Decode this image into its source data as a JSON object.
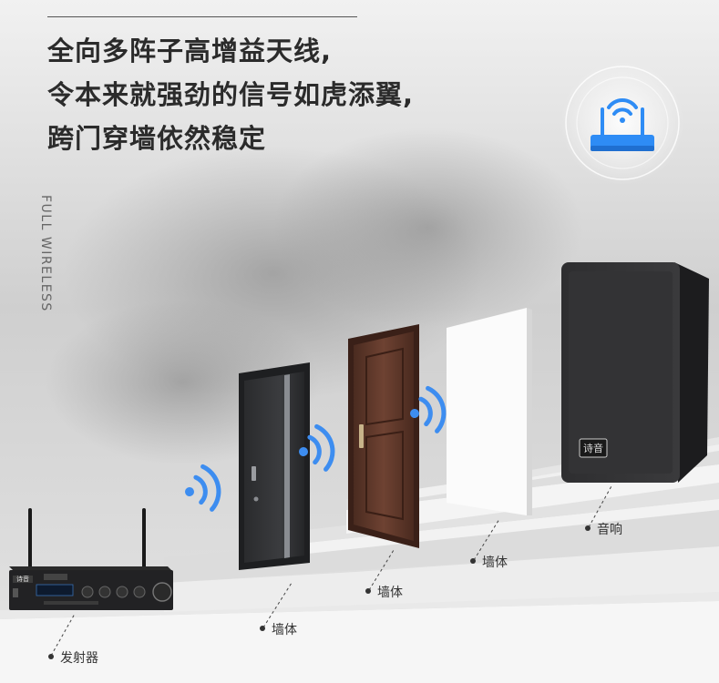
{
  "headline": {
    "lines": [
      "全向多阵子高增益天线,",
      "令本来就强劲的信号如虎添翼,",
      "跨门穿墙依然稳定"
    ]
  },
  "side_text": "FULL WIRELESS",
  "brand_logo": "诗音",
  "labels": {
    "transmitter": "发射器",
    "wall_1": "墙体",
    "wall_2": "墙体",
    "wall_3": "墙体",
    "speaker": "音响"
  },
  "colors": {
    "wifi_blue": "#3d8df0",
    "router_blue": "#2e8cf5",
    "speaker_body": "#2a2a2c"
  },
  "icons": [
    "router-wifi-icon",
    "wifi-signal-icon"
  ]
}
